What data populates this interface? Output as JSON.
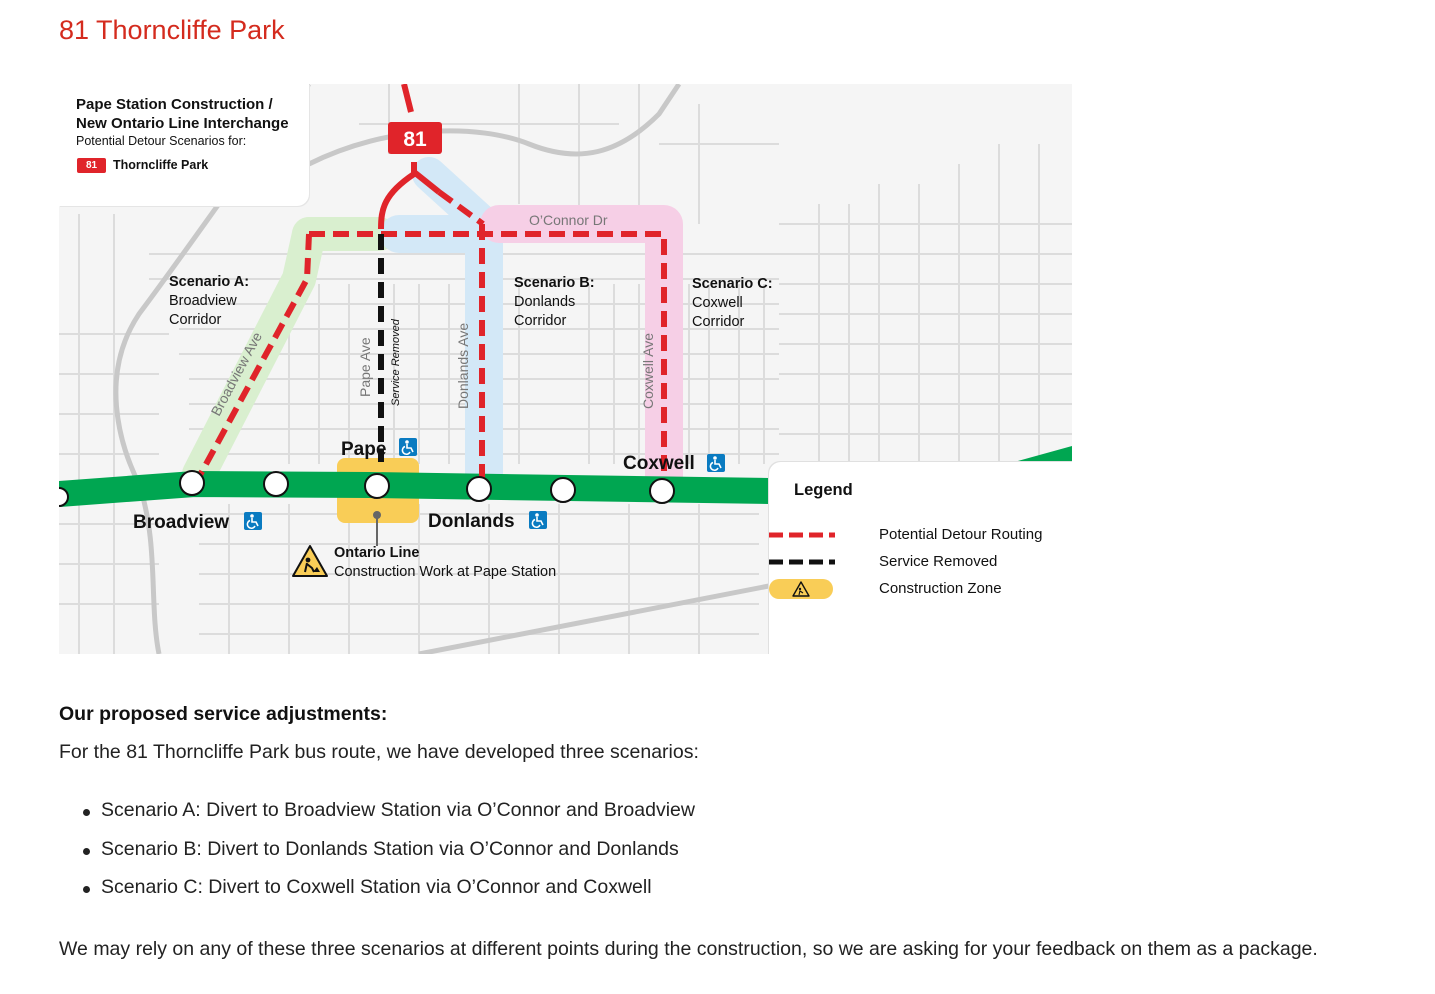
{
  "page": {
    "title": "81 Thorncliffe Park"
  },
  "map": {
    "title_line1": "Pape Station Construction /",
    "title_line2": "New Ontario Line Interchange",
    "title_line3": "Potential Detour Scenarios for:",
    "route_number": "81",
    "route_name": "Thorncliffe Park",
    "street_labels": {
      "oconnor": "O’Connor Dr",
      "broadview": "Broadview Ave",
      "pape": "Pape Ave",
      "service_removed": "Service Removed",
      "donlands": "Donlands Ave",
      "coxwell": "Coxwell Ave"
    },
    "scenarios": {
      "a": {
        "title": "Scenario A:",
        "line1": "Broadview",
        "line2": "Corridor"
      },
      "b": {
        "title": "Scenario B:",
        "line1": "Donlands",
        "line2": "Corridor"
      },
      "c": {
        "title": "Scenario C:",
        "line1": "Coxwell",
        "line2": "Corridor"
      }
    },
    "stations": {
      "broadview": "Broadview",
      "pape": "Pape",
      "donlands": "Donlands",
      "coxwell": "Coxwell"
    },
    "construction_note_title": "Ontario Line",
    "construction_note_text": "Construction Work at Pape Station",
    "legend": {
      "title": "Legend",
      "detour": "Potential Detour Routing",
      "removed": "Service Removed",
      "construction": "Construction Zone"
    },
    "colors": {
      "detour_red": "#e0242a",
      "subway_green": "#00a651",
      "scenario_a": "#d9efcf",
      "scenario_b": "#d3e8f7",
      "scenario_c": "#f6cfe6",
      "construction": "#f9cd57"
    },
    "icons": [
      "accessible-icon",
      "construction-worker-icon"
    ]
  },
  "content": {
    "heading": "Our proposed service adjustments:",
    "intro": "For the 81 Thorncliffe Park bus route, we have developed three scenarios:",
    "scenarios": [
      "Scenario A: Divert to Broadview Station via O’Connor and Broadview",
      "Scenario B: Divert to Donlands Station via O’Connor and Donlands",
      "Scenario C: Divert to Coxwell Station via O’Connor and Coxwell"
    ],
    "outro": "We may rely on any of these three scenarios at different points during the construction, so we are asking for your feedback on them as a package."
  }
}
